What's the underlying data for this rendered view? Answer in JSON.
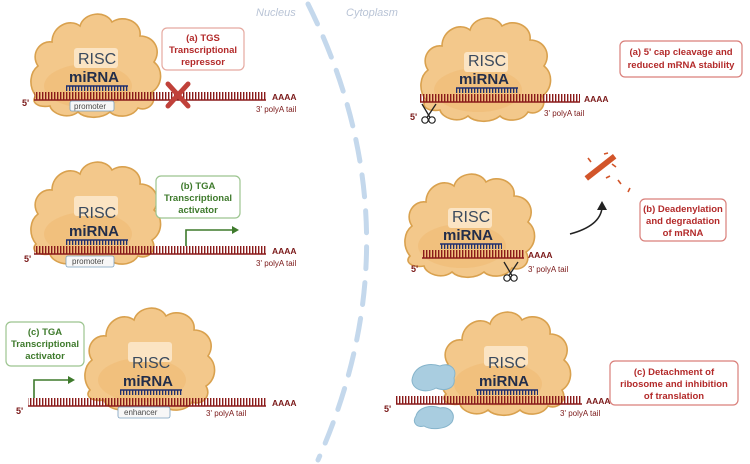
{
  "regions": {
    "nucleus": "Nucleus",
    "cytoplasm": "Cytoplasm"
  },
  "complex": {
    "risc": "RISC",
    "mirna": "miRNA"
  },
  "strand": {
    "five_prime": "5'",
    "aaaa": "AAAA",
    "polya": "3' polyA tail"
  },
  "elements": {
    "promoter": "promoter",
    "enhancer": "enhancer"
  },
  "nucleus_panels": {
    "a": {
      "line1": "(a) TGS",
      "line2": "Transcriptional",
      "line3": "repressor"
    },
    "b": {
      "line1": "(b) TGA",
      "line2": "Transcriptional",
      "line3": "activator"
    },
    "c": {
      "line1": "(c) TGA",
      "line2": "Transcriptional",
      "line3": "activator"
    }
  },
  "cytoplasm_panels": {
    "a": {
      "line1": "(a) 5' cap cleavage and",
      "line2": "reduced mRNA stability"
    },
    "b": {
      "line1": "(b) Deadenylation",
      "line2": "and degradation",
      "line3": "of mRNA"
    },
    "c": {
      "line1": "(c) Detachment of",
      "line2": "ribosome and inhibition",
      "line3": "of translation"
    }
  },
  "colors": {
    "risc_fill": "#f3c88b",
    "risc_stroke": "#d9a14e",
    "rna_strand": "#8a1a1a",
    "mirna_strand": "#1f2f6e",
    "repress_red": "#b32a2a",
    "activate_green": "#3e7a2c",
    "ribosome": "#a9cde0",
    "divider": "#c4d8ec"
  }
}
